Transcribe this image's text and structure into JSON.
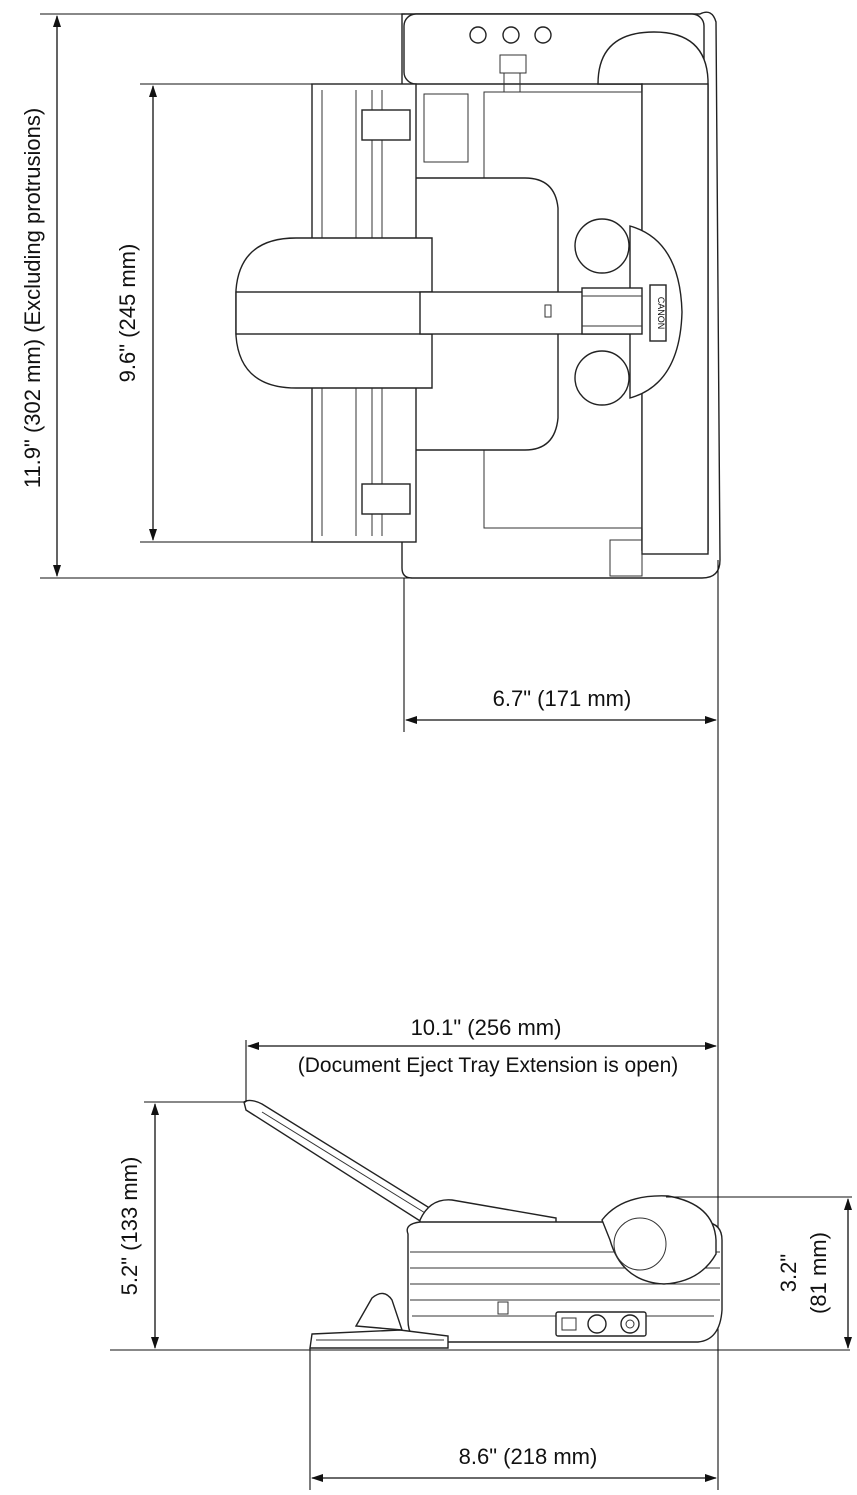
{
  "dimensions": {
    "top_view": {
      "depth_total": "11.9\" (302 mm) (Excluding protrusions)",
      "depth_tray": "9.6\" (245 mm)",
      "width": "6.7\" (171 mm)"
    },
    "side_view": {
      "length_open_value": "10.1\" (256 mm)",
      "length_open_note": "(Document Eject Tray Extension is open)",
      "height_total": "5.2\" (133 mm)",
      "height_body_line1": "3.2\"",
      "height_body_line2": "(81 mm)",
      "length_base": "8.6\" (218 mm)"
    }
  },
  "device": {
    "logo_text": "CANON"
  }
}
